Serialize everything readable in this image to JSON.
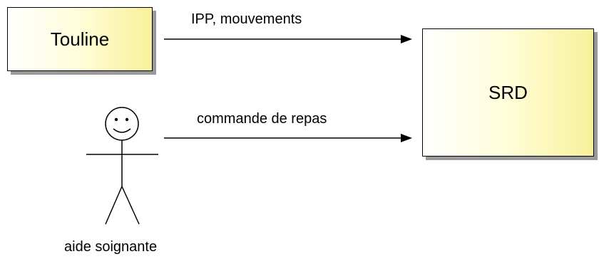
{
  "nodes": {
    "touline": "Touline",
    "srd": "SRD"
  },
  "actor": {
    "label": "aide soignante",
    "icon": "stick-figure-icon"
  },
  "edges": [
    {
      "from": "Touline",
      "to": "SRD",
      "label": "IPP, mouvements"
    },
    {
      "from": "aide soignante",
      "to": "SRD",
      "label": "commande de repas"
    }
  ],
  "colors": {
    "box_fill": "#f7f19a",
    "box_shadow": "#999999",
    "stroke": "#000000"
  }
}
